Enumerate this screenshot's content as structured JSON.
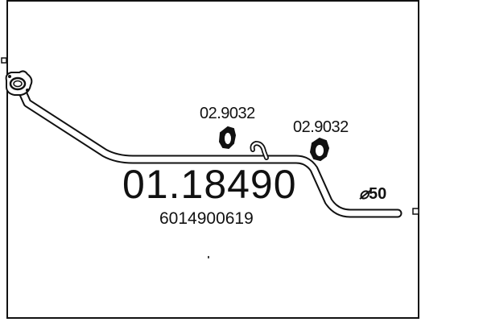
{
  "part_number": "01.18490",
  "oe_number": "6014900619",
  "mounting_refs": [
    "02.9032",
    "02.9032"
  ],
  "diameter": {
    "symbol": "⌀",
    "value": "50"
  },
  "colors": {
    "line": "#111111",
    "background": "#ffffff"
  }
}
